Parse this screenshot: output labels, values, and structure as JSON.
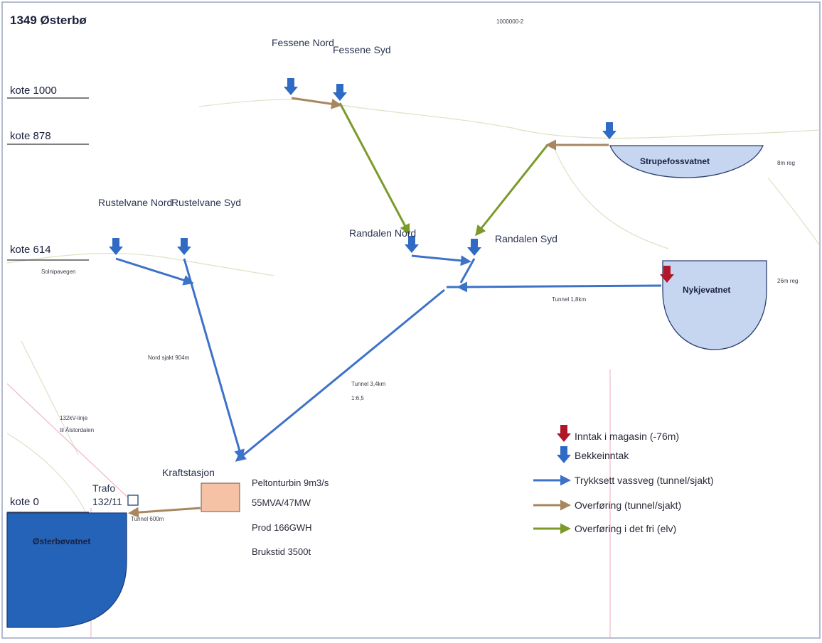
{
  "title": "1349 Østerbø",
  "doc_ref": "1000000-2",
  "levels": [
    "kote 1000",
    "kote 878",
    "kote 614",
    "kote 0"
  ],
  "intakes": {
    "fessene_nord": "Fessene Nord",
    "fessene_syd": "Fessene Syd",
    "rustelvane_nord": "Rustelvane Nord",
    "rustelvane_syd": "Rustelvane Syd",
    "randalen_nord": "Randalen Nord",
    "randalen_syd": "Randalen Syd"
  },
  "reservoirs": {
    "strupefossvatnet": "Strupefossvatnet",
    "strupefossvatnet_reg": "8m reg",
    "nykjevatnet": "Nykjevatnet",
    "nykjevatnet_reg": "26m reg",
    "osterbovatnet": "Østerbøvatnet"
  },
  "annotations": {
    "solnipavegen": "Solnipavegen",
    "nord_sjakt": "Nord sjakt 904m",
    "tunnel_18": "Tunnel 1,8km",
    "tunnel_34": "Tunnel 3,4km",
    "tunnel_34_slope": "1:6,5",
    "line_132kv": "132kV-linje",
    "line_132kv_to": "til Ålstordalen",
    "tunnel_600": "Tunnel 600m",
    "trafo": "Trafo",
    "trafo_rating": "132/11",
    "kraftstasjon": "Kraftstasjon"
  },
  "station_info": [
    "Peltonturbin 9m3/s",
    "55MVA/47MW",
    "Prod  166GWH",
    "Brukstid 3500t"
  ],
  "legend": [
    {
      "symbol": "red-arrow-down",
      "label": "Inntak i magasin (-76m)"
    },
    {
      "symbol": "blue-arrow-down",
      "label": "Bekkeinntak"
    },
    {
      "symbol": "blue-arrow-right",
      "label": "Trykksett vassveg (tunnel/sjakt)"
    },
    {
      "symbol": "brown-arrow-right",
      "label": "Overføring (tunnel/sjakt)"
    },
    {
      "symbol": "green-arrow-right",
      "label": "Overføring i det fri (elv)"
    }
  ],
  "colors": {
    "pressure_line": "#3d72c9",
    "transfer_tunnel": "#a8865f",
    "transfer_river": "#7b9a2a",
    "reservoir_intake": "#b0182a",
    "stream_intake": "#2f6bc4",
    "lake_fill": "#c6d6f1",
    "main_lake": "#2463b8",
    "station_fill": "#f6c2a6"
  }
}
